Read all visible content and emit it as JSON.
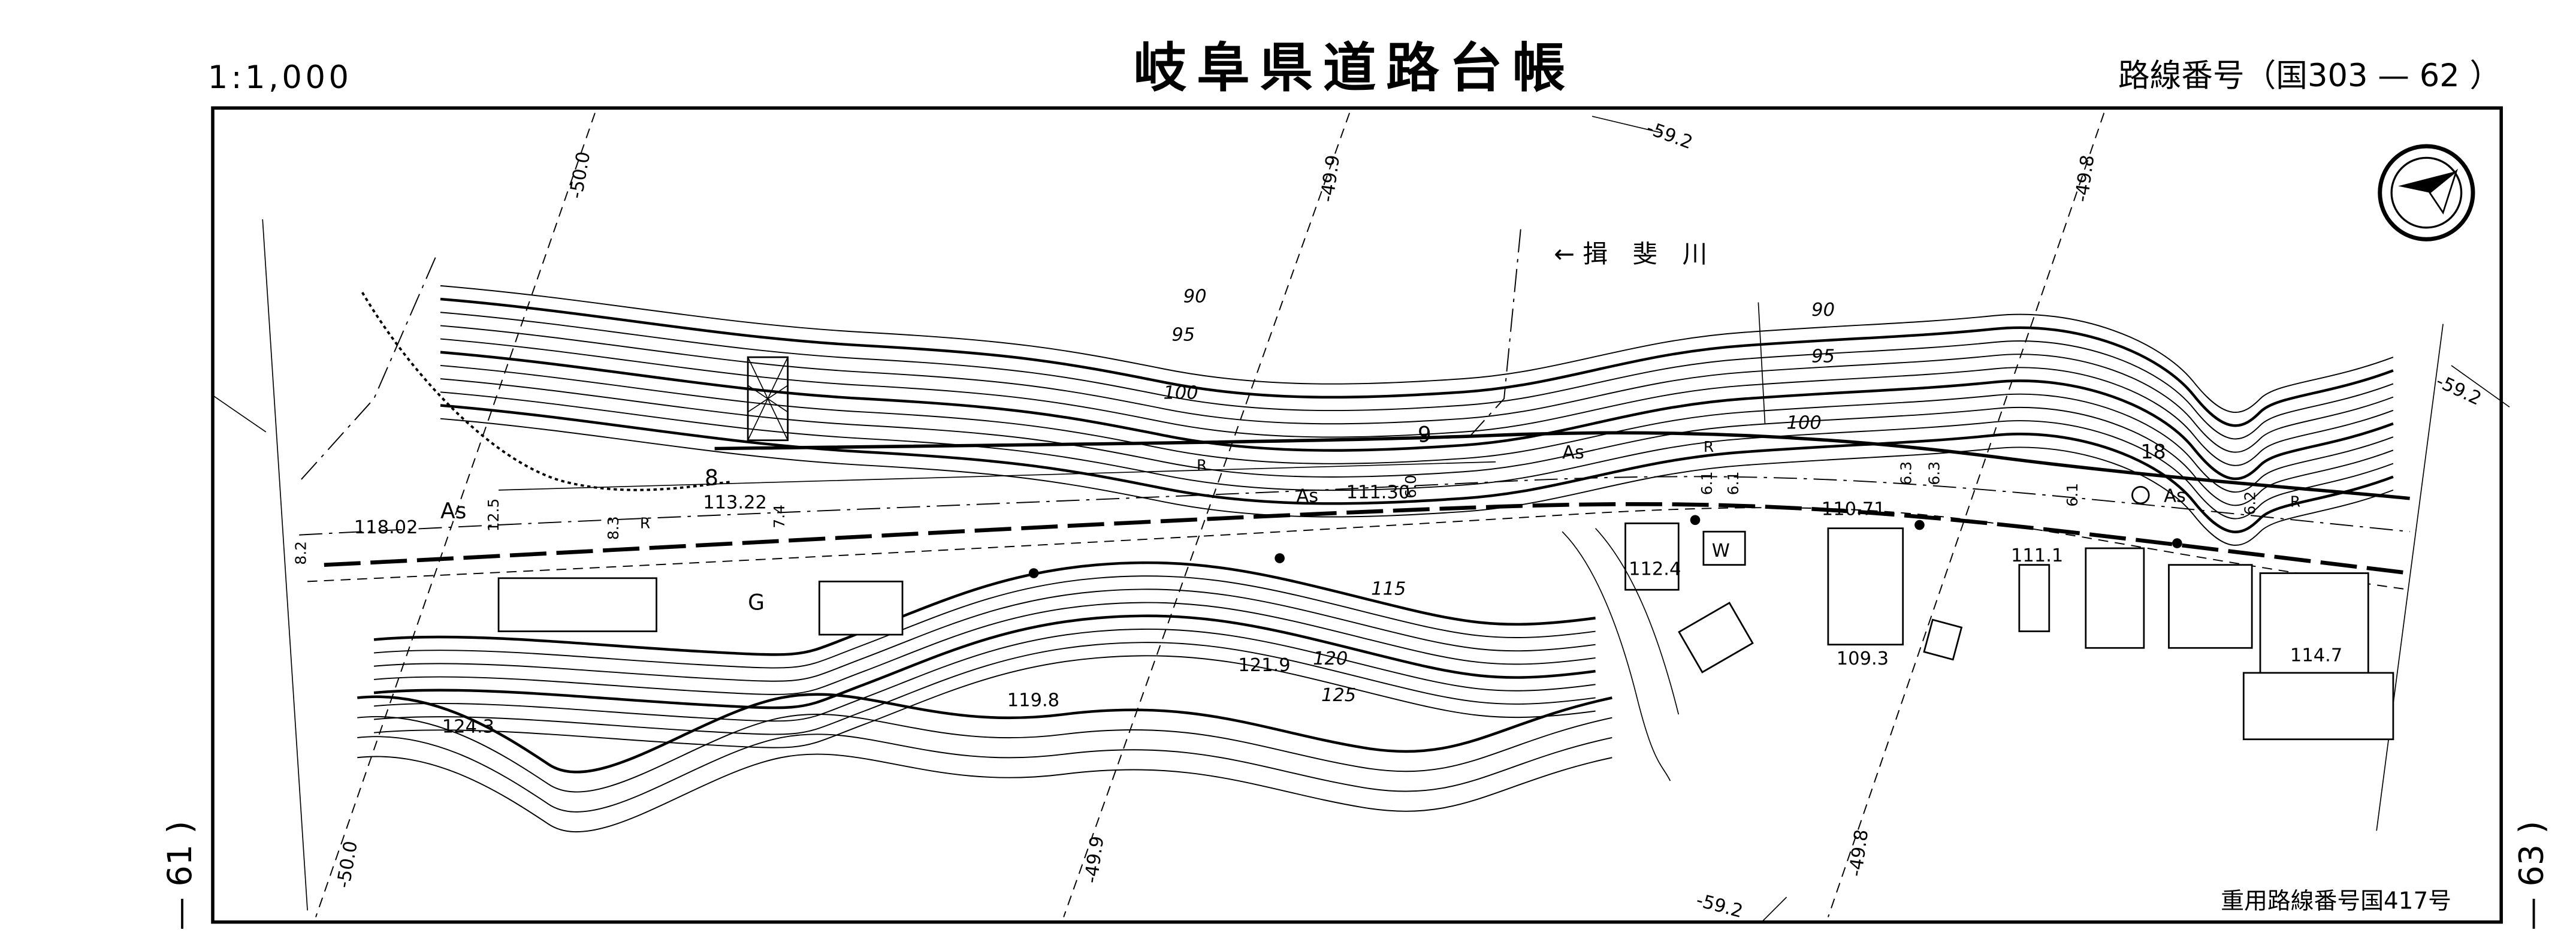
{
  "header": {
    "scale": "1:1,000",
    "title": "岐阜県道路台帳",
    "route_number": "路線番号（国303 — 62 ）"
  },
  "footer": {
    "overlap_route": "重用路線番号国417号"
  },
  "side_markers": {
    "left": "— 61 )",
    "right": "— 63 )"
  },
  "grid_labels": {
    "top": [
      "-50.0",
      "-49.9",
      "-49.8",
      "-59.2"
    ],
    "right": "-59.2",
    "bottom": [
      "-50.0",
      "-49.9",
      "-49.8",
      "-59.2"
    ]
  },
  "river_label": "← 揖　斐　川",
  "map": {
    "contour_labels": [
      "90",
      "95",
      "100",
      "90",
      "95",
      "100",
      "115",
      "120",
      "125"
    ],
    "elevations": [
      "118.02",
      "113.22",
      "111.30",
      "110.71",
      "112.4",
      "111.1",
      "109.3",
      "114.7",
      "121.9",
      "119.8",
      "124.3"
    ],
    "surface_labels": [
      "As",
      "As",
      "As",
      "As",
      "As"
    ],
    "curb_labels": [
      "R",
      "R",
      "R",
      "R",
      "R"
    ],
    "area_labels": [
      "G",
      "W"
    ],
    "widths": [
      "8.2",
      "12.5",
      "8.3",
      "7.4",
      "6.0",
      "6.1",
      "6.1",
      "6.3",
      "6.3",
      "6.1",
      "6.2"
    ],
    "stations": [
      "8",
      "9",
      "18"
    ]
  },
  "colors": {
    "ink": "#000000",
    "paper": "#ffffff"
  }
}
